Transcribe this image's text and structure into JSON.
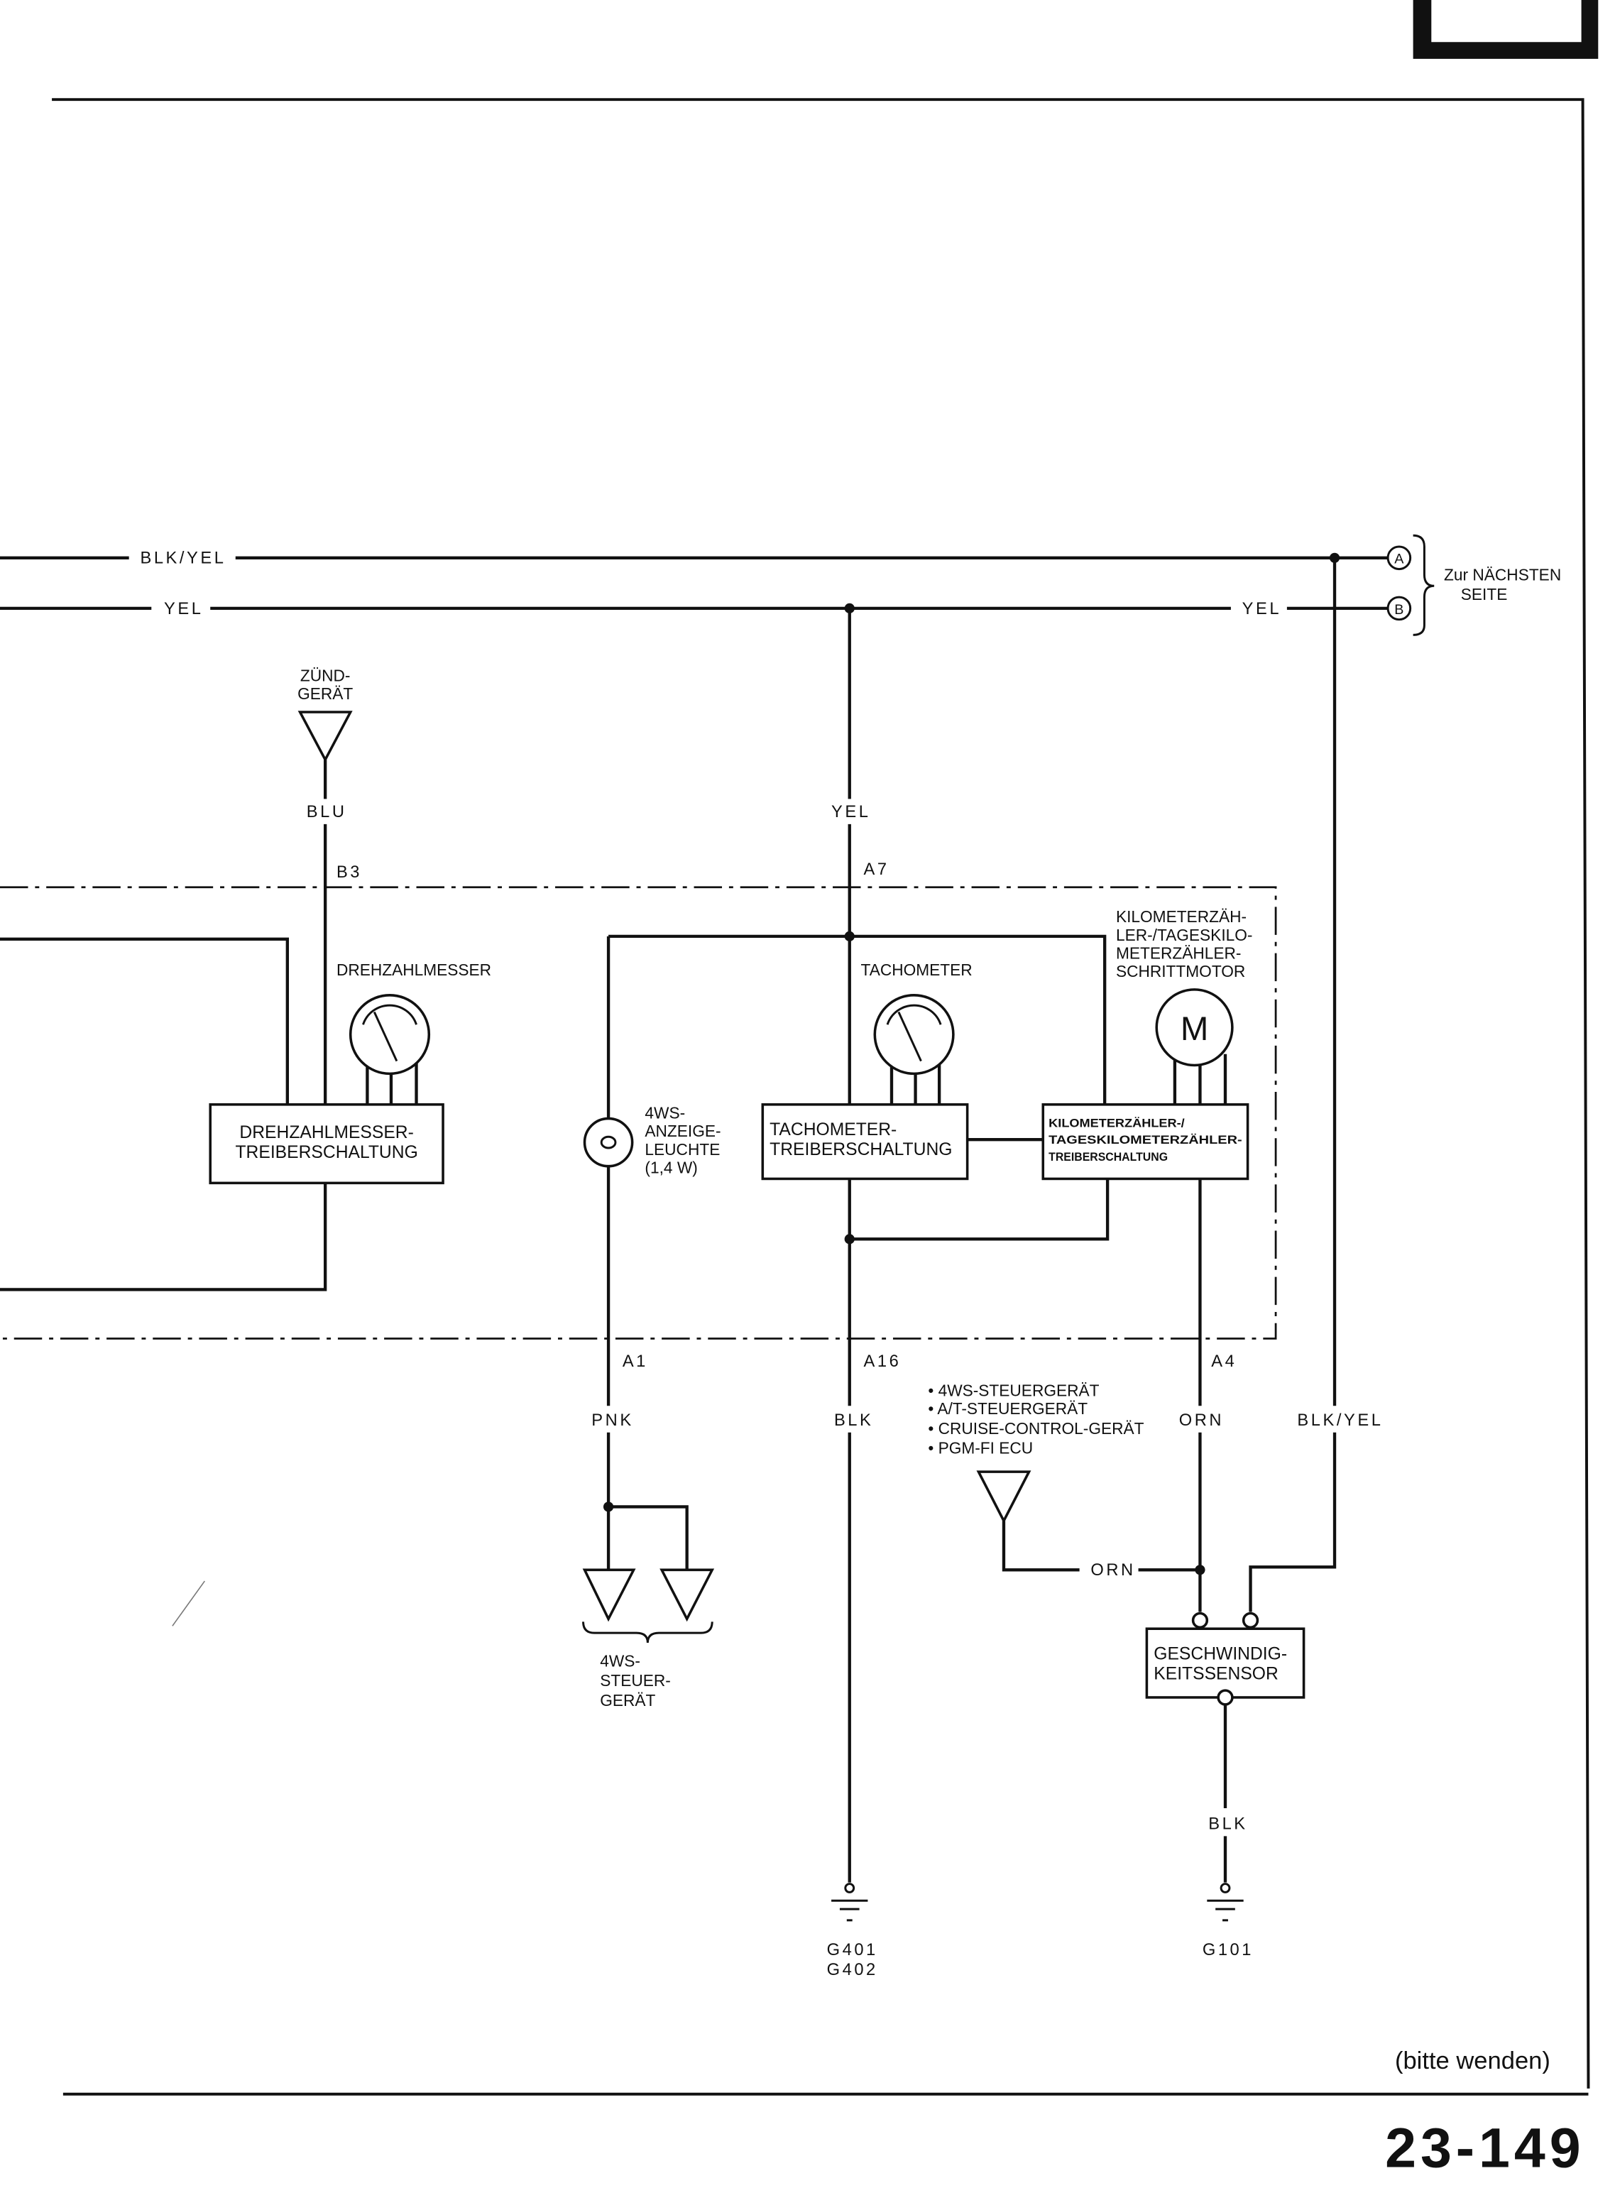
{
  "page": {
    "number": "23-149",
    "footer_note": "(bitte wenden)"
  },
  "wires": {
    "blk_yel_top": "BLK/YEL",
    "yel_top_left": "YEL",
    "yel_top_right": "YEL",
    "blu": "BLU",
    "yel_vertical": "YEL",
    "pnk": "PNK",
    "blk_mid": "BLK",
    "orn_vertical": "ORN",
    "blk_yel_vertical": "BLK/YEL",
    "orn_horizontal": "ORN",
    "blk_bottom": "BLK"
  },
  "connectors": {
    "circle_a": "A",
    "circle_b": "B",
    "next_page": [
      "Zur NÄCHSTEN",
      "SEITE"
    ]
  },
  "pins": {
    "b3": "B3",
    "a7": "A7",
    "a1": "A1",
    "a16": "A16",
    "a4": "A4"
  },
  "components": {
    "zuend_geraet": [
      "ZÜND-",
      "GERÄT"
    ],
    "drehzahlmesser": "DREHZAHLMESSER",
    "drehzahlmesser_driver": [
      "DREHZAHLMESSER-",
      "TREIBERSCHALTUNG"
    ],
    "lamp": [
      "4WS-",
      "ANZEIGE-",
      "LEUCHTE",
      "(1,4 W)"
    ],
    "tachometer": "TACHOMETER",
    "tachometer_driver": [
      "TACHOMETER-",
      "TREIBERSCHALTUNG"
    ],
    "odometer_motor": [
      "KILOMETERZÄH-",
      "LER-/TAGESKILO-",
      "METERZÄHLER-",
      "SCHRITTMOTOR"
    ],
    "motor_symbol": "M",
    "odometer_driver": [
      "KILOMETERZÄHLER-/",
      "TAGESKILOMETERZÄHLER-",
      "TREIBERSCHALTUNG"
    ],
    "control_unit": [
      "4WS-",
      "STEUER-",
      "GERÄT"
    ],
    "speed_consumers": [
      "• 4WS-STEUERGERÄT",
      "• A/T-STEUERGERÄT",
      "• CRUISE-CONTROL-GERÄT",
      "• PGM-FI ECU"
    ],
    "speed_sensor": [
      "GESCHWINDIG-",
      "KEITSSENSOR"
    ]
  },
  "grounds": {
    "left": [
      "G401",
      "G402"
    ],
    "right": "G101"
  }
}
